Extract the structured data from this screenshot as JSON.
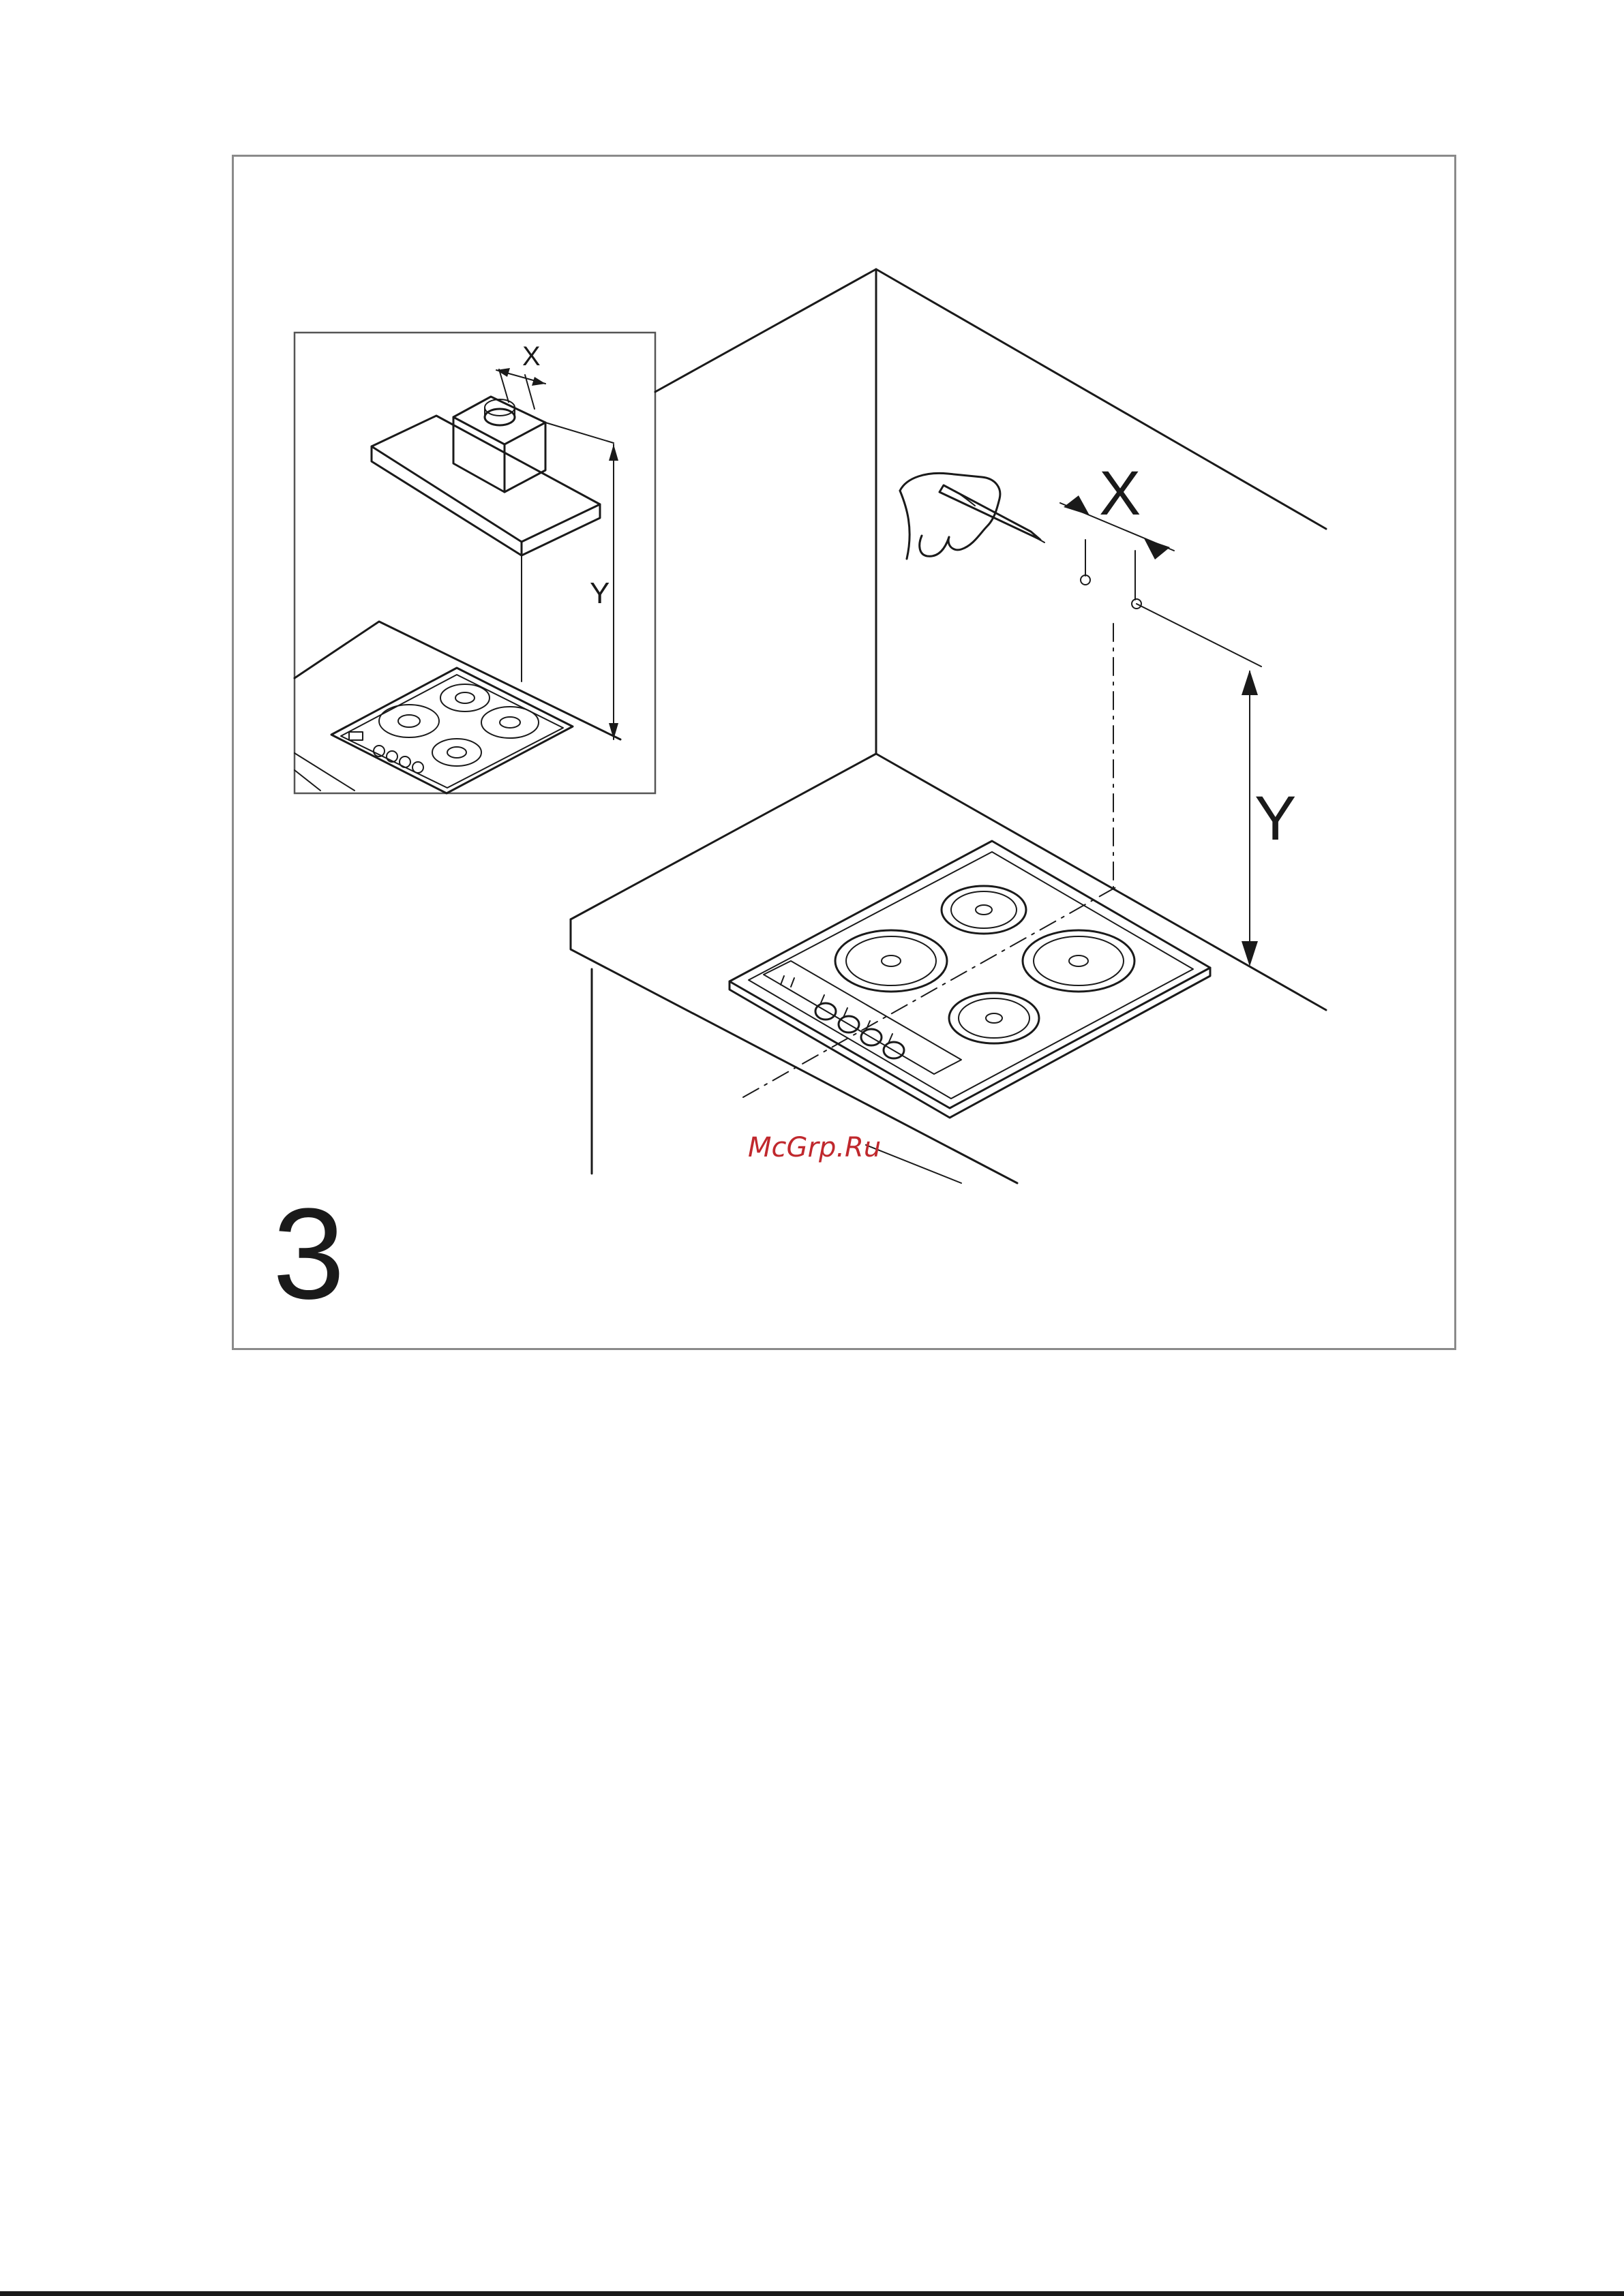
{
  "figure": {
    "number": "3",
    "inset": {
      "x_label": "X",
      "y_label": "Y"
    },
    "main": {
      "x_label": "X",
      "y_label": "Y"
    },
    "watermark": "McGrp.Ru"
  },
  "colors": {
    "line": "#1a1a1a",
    "frame": "#8a8a8a",
    "watermark": "#c0282d"
  }
}
